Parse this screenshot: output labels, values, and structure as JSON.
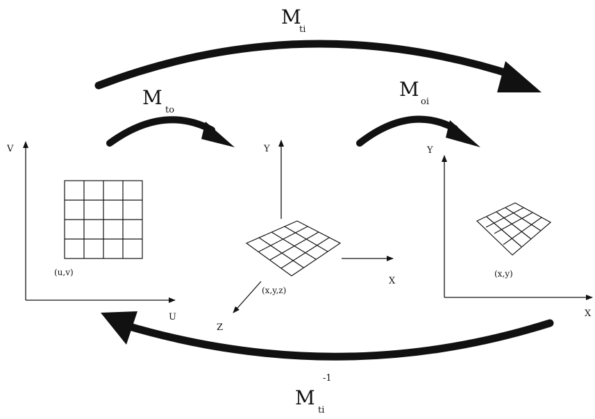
{
  "diagram": {
    "transforms": {
      "ti": {
        "main": "M",
        "sub": "ti"
      },
      "to": {
        "main": "M",
        "sub": "to"
      },
      "oi": {
        "main": "M",
        "sub": "oi"
      },
      "ti_inverse": {
        "main": "M",
        "sub": "ti",
        "sup": "-1"
      }
    },
    "texture_space": {
      "vertical_axis": "V",
      "horizontal_axis": "U",
      "coord_label": "(u,v)"
    },
    "object_space": {
      "y_axis": "Y",
      "x_axis": "X",
      "z_axis": "Z",
      "coord_label": "(x,y,z)"
    },
    "image_space": {
      "y_axis": "Y",
      "x_axis": "X",
      "coord_label": "(x,y)"
    }
  }
}
